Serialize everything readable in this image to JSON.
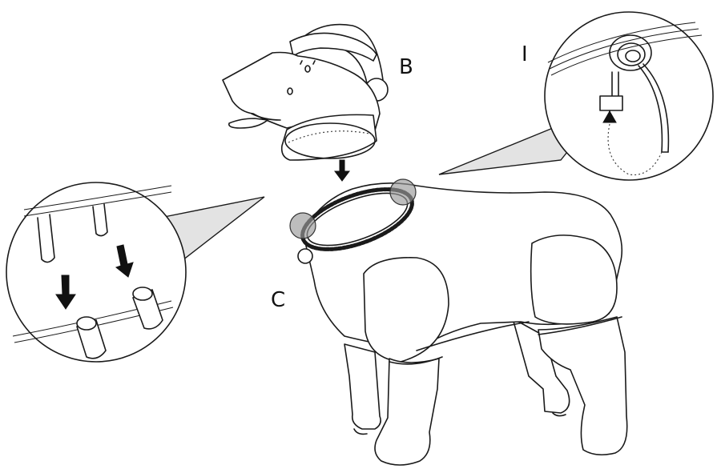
{
  "labels": {
    "head_part": "B",
    "body_part": "C",
    "detail_tie": "I"
  }
}
